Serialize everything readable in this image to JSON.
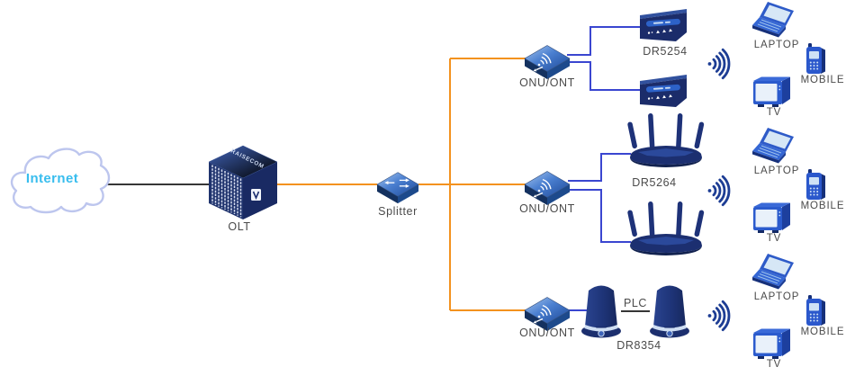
{
  "internet": {
    "label": "Internet"
  },
  "olt": {
    "label": "OLT",
    "brand": "RAISECOM"
  },
  "splitter": {
    "label": "Splitter"
  },
  "branches": [
    {
      "onu_label": "ONU/ONT",
      "device_label": "DR5254"
    },
    {
      "onu_label": "ONU/ONT",
      "device_label": "DR5264"
    },
    {
      "onu_label": "ONU/ONT",
      "device_label": "DR8354",
      "plc_label": "PLC"
    }
  ],
  "client_groups": [
    {
      "laptop_label": "LAPTOP",
      "mobile_label": "MOBILE",
      "tv_label": "TV"
    },
    {
      "laptop_label": "LAPTOP",
      "mobile_label": "MOBILE",
      "tv_label": "TV"
    },
    {
      "laptop_label": "LAPTOP",
      "mobile_label": "MOBILE",
      "tv_label": "TV"
    }
  ],
  "icons": {
    "cloud": "internet-cloud-icon",
    "olt": "olt-chassis-icon",
    "splitter": "optical-splitter-icon",
    "onu": "onu-ont-icon",
    "dr5254": "desktop-modem-icon",
    "dr5264": "wifi-router-4-antenna-icon",
    "dr8354": "mesh-tower-icon",
    "wifi": "wifi-signal-icon",
    "laptop": "laptop-icon",
    "mobile": "mobile-phone-icon",
    "tv": "tv-icon"
  },
  "colors": {
    "device_navy": "#1c2f70",
    "device_blue": "#2b58cc",
    "fiber_orange": "#f3921e",
    "ethernet_blue": "#3a46d0",
    "cable_black": "#1a1a1a",
    "label_gray": "#4a4a4a",
    "internet_cyan": "#38bdee",
    "cloud_outline": "#bdc6ee",
    "wifi_blue": "#1d3d94"
  }
}
